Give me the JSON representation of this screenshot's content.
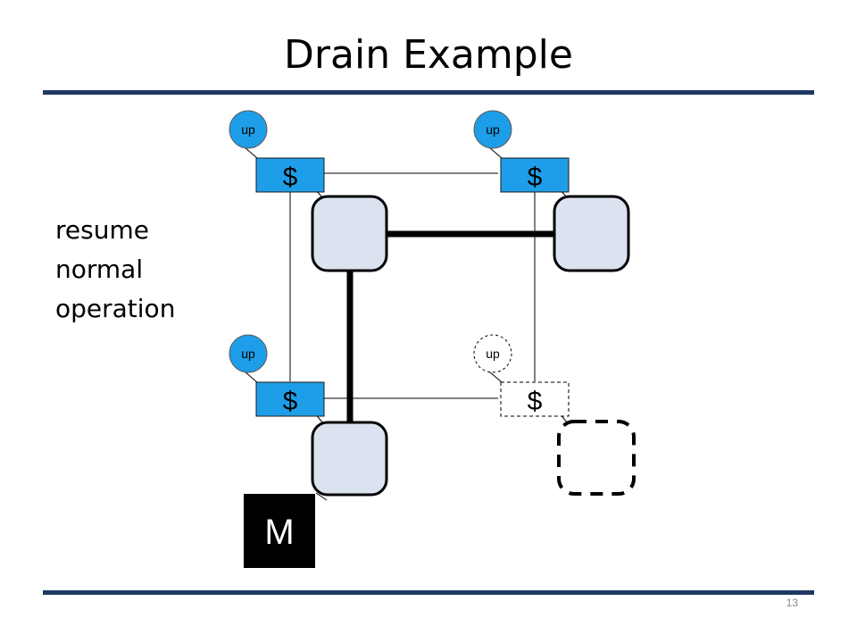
{
  "title": "Drain Example",
  "side_text": [
    "resume",
    "normal",
    "operation"
  ],
  "page_number": "13",
  "cache_symbol": "$",
  "status_label": "up",
  "memory_label": "M",
  "colors": {
    "rule": "#1f3864",
    "cache_fill": "#1e9ee8",
    "node_fill": "#dbe3f0",
    "memory_fill": "#000000"
  }
}
